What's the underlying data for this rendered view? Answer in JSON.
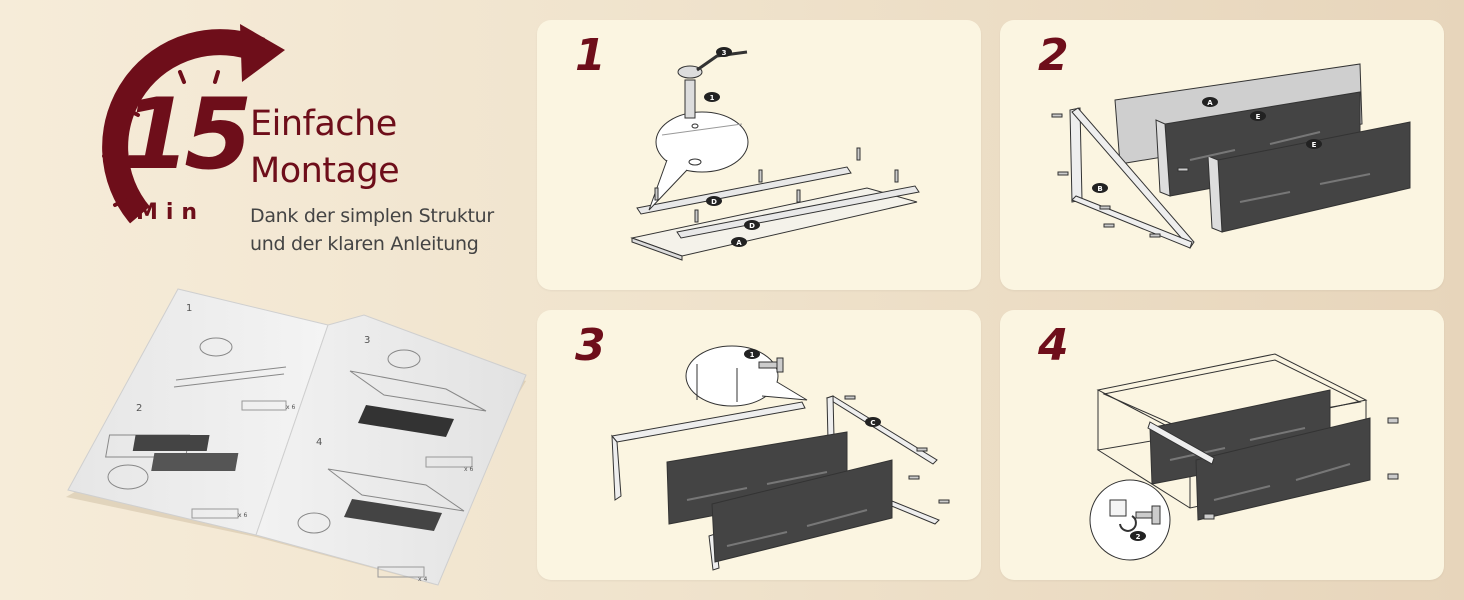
{
  "badge": {
    "number": "15",
    "unit": "Min",
    "title_line1": "Einfache",
    "title_line2": "Montage",
    "subtitle_line1": "Dank der simplen Struktur",
    "subtitle_line2": "und der klaren Anleitung"
  },
  "colors": {
    "brand": "#6e0e1a",
    "panel": "#fbf5e1",
    "background": "#f1e5cf"
  },
  "booklet": {
    "left_page_steps": [
      "1",
      "2"
    ],
    "right_page_steps": [
      "3",
      "4"
    ],
    "counts": [
      "x 6",
      "x 6",
      "x 6",
      "x 4"
    ]
  },
  "steps": [
    {
      "number": "1",
      "labels": [
        "3",
        "1",
        "D",
        "D",
        "A"
      ]
    },
    {
      "number": "2",
      "labels": [
        "A",
        "E",
        "E",
        "B"
      ]
    },
    {
      "number": "3",
      "labels": [
        "1",
        "C"
      ]
    },
    {
      "number": "4",
      "labels": [
        "2"
      ]
    }
  ],
  "icons": [
    "stopwatch-arrow-icon",
    "instruction-booklet-icon",
    "screw-icon",
    "zoom-callout-icon"
  ]
}
